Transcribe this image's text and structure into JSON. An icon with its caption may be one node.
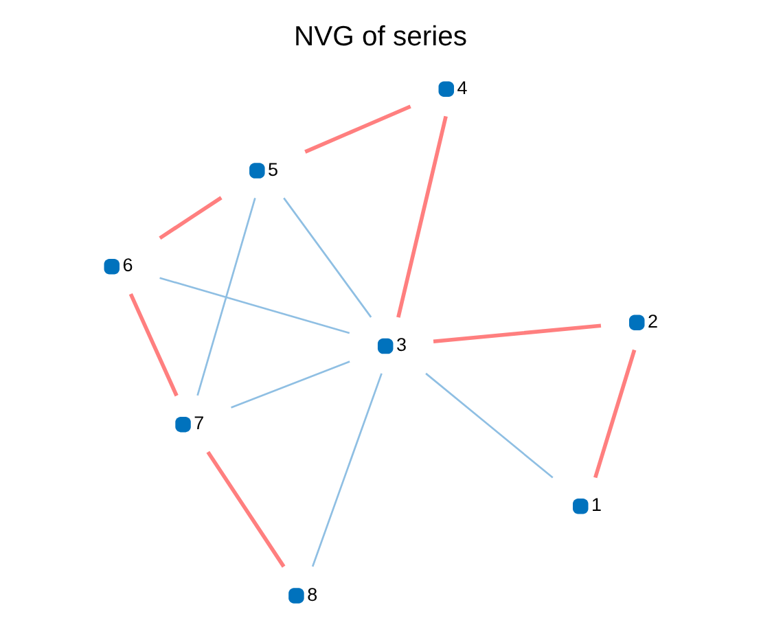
{
  "diagram": {
    "title": "NVG of series",
    "nodes": [
      {
        "text": [],
        "shape": "circle",
        "beside": [
          "1"
        ]
      },
      {
        "text": [],
        "shape": "circle",
        "beside": [
          "2"
        ]
      },
      {
        "text": [],
        "shape": "circle",
        "beside": [
          "3"
        ]
      },
      {
        "text": [],
        "shape": "circle",
        "beside": [
          "4"
        ]
      },
      {
        "text": [],
        "shape": "circle",
        "beside": [
          "5"
        ]
      },
      {
        "text": [],
        "shape": "circle",
        "beside": [
          "6"
        ]
      },
      {
        "text": [],
        "shape": "circle",
        "beside": [
          "7"
        ]
      },
      {
        "text": [],
        "shape": "circle",
        "beside": [
          "8"
        ]
      }
    ],
    "edges": [
      {
        "from": 0,
        "to": 1,
        "arrow": "none"
      },
      {
        "from": 0,
        "to": 2,
        "arrow": "none",
        "color": "#8fbfe3"
      },
      {
        "from": 1,
        "to": 2,
        "arrow": "none"
      },
      {
        "from": 2,
        "to": 3,
        "arrow": "none"
      },
      {
        "from": 2,
        "to": 4,
        "arrow": "none",
        "color": "#8fbfe3"
      },
      {
        "from": 2,
        "to": 5,
        "arrow": "none",
        "color": "#8fbfe3"
      },
      {
        "from": 2,
        "to": 6,
        "arrow": "none",
        "color": "#8fbfe3"
      },
      {
        "from": 2,
        "to": 7,
        "arrow": "none",
        "color": "#8fbfe3"
      },
      {
        "from": 3,
        "to": 4,
        "arrow": "none"
      },
      {
        "from": 4,
        "to": 5,
        "arrow": "none"
      },
      {
        "from": 4,
        "to": 6,
        "arrow": "none",
        "color": "#8fbfe3"
      },
      {
        "from": 5,
        "to": 6,
        "arrow": "none"
      },
      {
        "from": 6,
        "to": 7,
        "arrow": "none"
      }
    ]
  }
}
